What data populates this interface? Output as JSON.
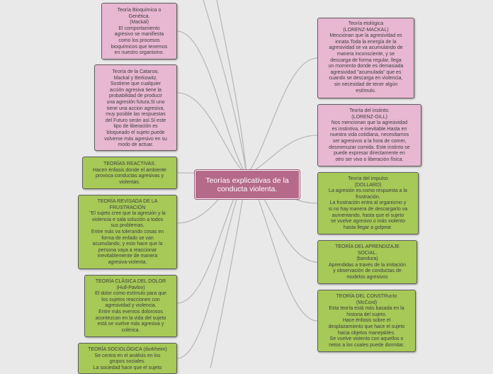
{
  "central": {
    "title": "Teorías explicativas de la\nconducta violenta."
  },
  "colors": {
    "pink": "#e8b7d2",
    "green": "#a6c957",
    "central": "#b56a8a",
    "link": "#b9b9b9",
    "background": "#e9e9e9"
  },
  "left_nodes": [
    {
      "text": "Teoría Bioquímica o\nGenética.\n(Mackal)\nEl comportamiento\nagresivo se manifiesta\ncomo los procesos\nbioquímicos que tenemos\nen nuestro organismo."
    },
    {
      "text": "Teoría de la Catarsis.\nMackal y Berkowitz.\nSostiene que cualquier\nacción agresiva tiene la\nprobabilidad de producir\nuna agresión futura.Si uno\ntiene una accion agresiva,\nmuy posible las respuestas\ndel Futuro serán así.Si este\ntipo de liberación es\nbloqueado el sujeto puede\nvolverse más agresivo en su\nmodo de actuar."
    },
    {
      "text": "TEORÍAS REACTIVAS.\nHacen énfasis donde el ambiente\nprovoca conductas agresivas y\nviolentas."
    },
    {
      "text": "TEORÍA REVISADA DE LA\nFRUSTRACIÓN\n\"El sujeto cree que la agresión y la\nviolencia e sala solución a todos\nsus problemas.\nEntre más va tolerando cosas en\nforma de enfado se van\nacumulando, y esto hace que la\npersona vaya a reaccionar\ninevitablemente de manera\nagresiva-violenta."
    },
    {
      "text": "TEORÍA CLÁSICA DEL DOLOR\n(Hull-Pavlov)\nEl dolor como estímulo para que\nlos sujetos reaccionen con\nagresividad y violencia.\nEntre más eventos dolorosos\nacontezcan en la vida del sujeto\nestá se vuelve más agresiva y\ncolérica."
    },
    {
      "text": "TEORÍA SOCIOLÓGICA (durkheim)\nSe centra en el análisis en los\ngrupos sociales.\nLa sociedad hace que el sujeto"
    }
  ],
  "right_nodes": [
    {
      "text": "Teoría etológica\n(LORENZ-MACKAL)\nMencionan que la agresividad es\ninnata.Toda la energía de la\nagresividad se va acumulando de\nmanera inconsciente, y se\ndescarga de forma regular, llega\nun momento donde es demasiada\nagresividad \"acumulada\" que es\ncuando se descarga en violencia,\nsin necesidad de tener algún\nestímulo."
    },
    {
      "text": "Teoría del instinto.\n(LORENZ-GILL)\nNos mencionan que la agresividad\nes instintiva, e inevitable.Hasta en\nnuestra vida cotidiana, necesitamos\nser agresivos a la hora de comer,\ndesmenuzar comida. Este instinto se\npuede expresar directamente en\notro ser vivo o liberación física."
    },
    {
      "text": "Teoría del impulso\n(DOLLARD)\nLa agresión es como respuesta a la\nfrustración.\nLa frustración entra al organismo y\nsi no hay manera de descargarlo va\naumentando, hasta que el sujeto\nse vuelve agresivo o más violento\nhasta llegar a golpear."
    },
    {
      "text": "TEORÍA DEL APRENDIZAJE\nSOCIAL.\n(bandura)\nAprendidas a través de la imitación\ny observación de conductas de\nmodelos agresivos"
    },
    {
      "text": "TEORÍA DEL CONSTRucto\n(McCord)\nEsta teoría está más basada en la\nhistoria del sujeto.\nHace énfasis sobre el\ndesplazamiento que hace el sujeto\nhacia objetos manejables.\nSe vuelve violento con aquellos o\nnetos a los cuales puede dormitar."
    }
  ]
}
